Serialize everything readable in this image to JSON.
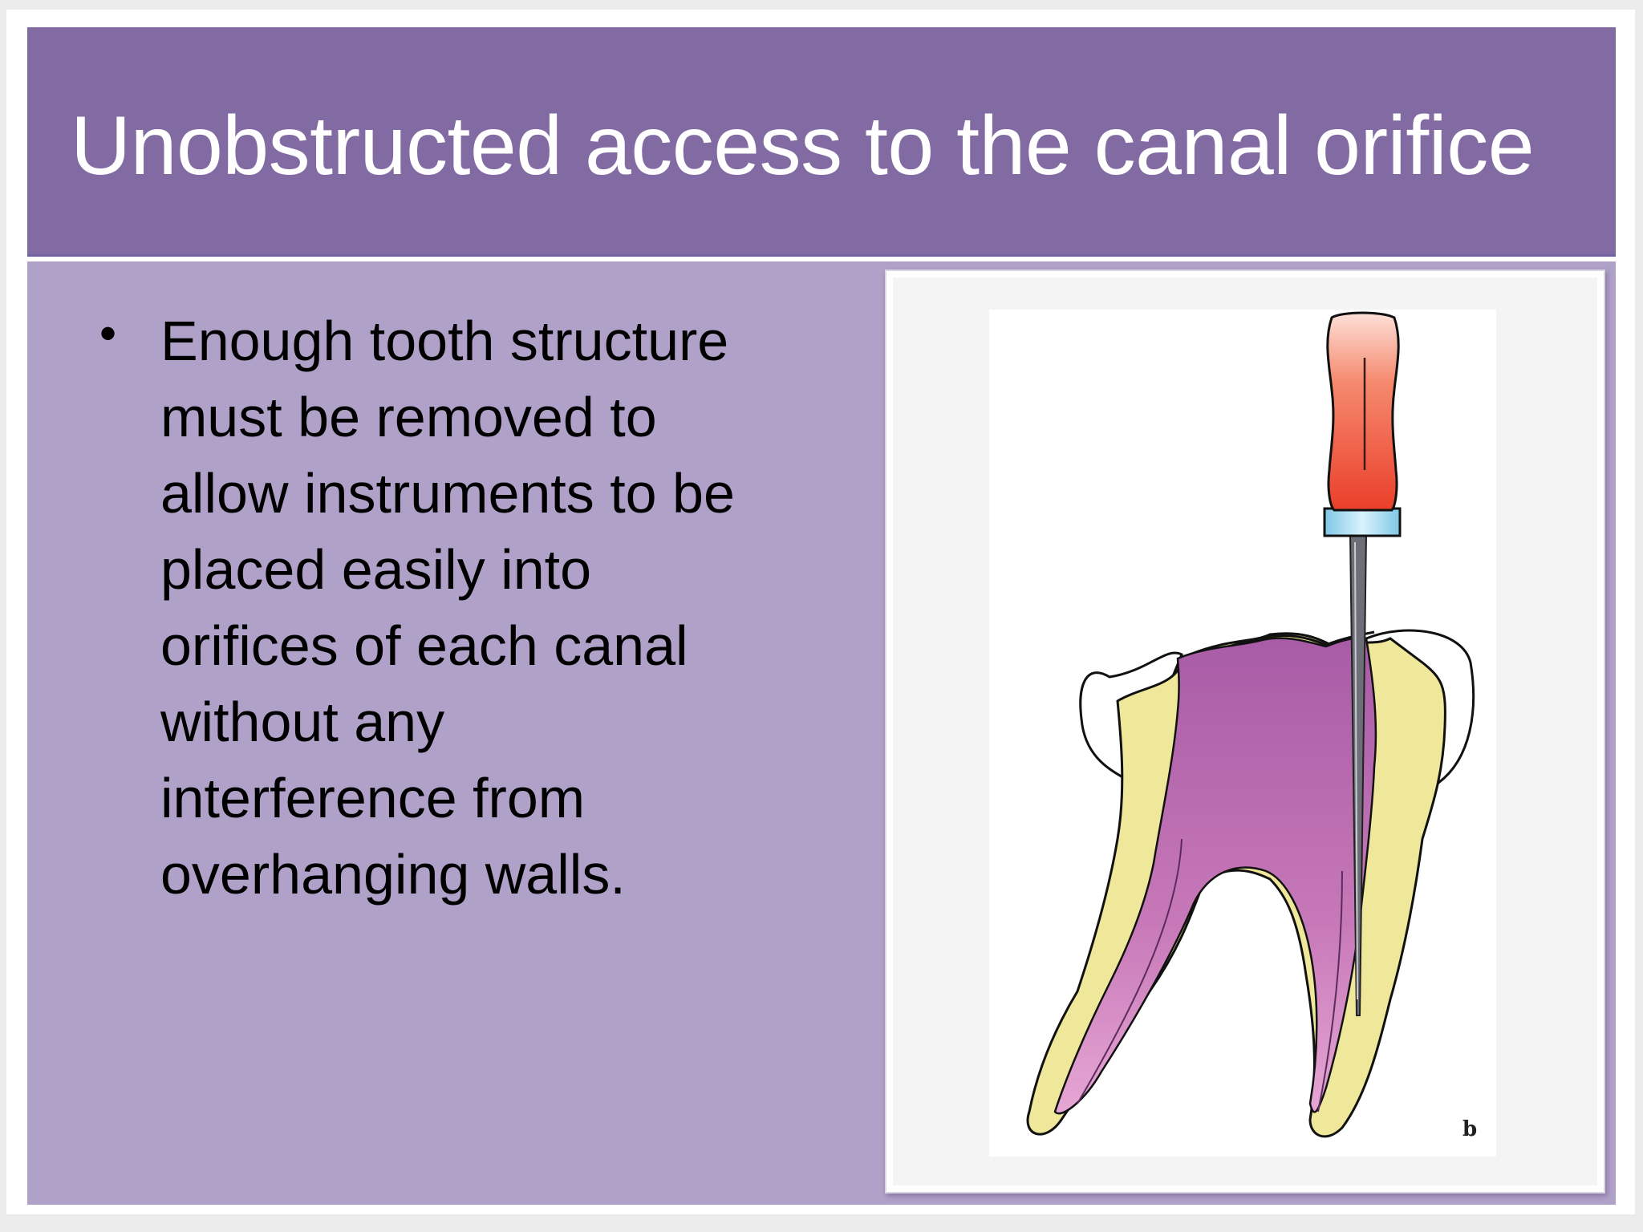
{
  "slide": {
    "title": "Unobstructed access to the canal orifice",
    "bullets": [
      "Enough tooth structure must be removed to allow instruments to be placed easily into orifices of each canal without any interference from overhanging walls."
    ],
    "bullet_lines": [
      "Enough tooth structure",
      "must be removed to",
      "allow instruments to be",
      "placed easily into",
      "orifices of each canal",
      "without any",
      "interference from",
      "overhanging walls."
    ],
    "bullet_symbol": "•"
  },
  "figure": {
    "label": "b"
  },
  "colors": {
    "title_bar": "#826ba3",
    "body_panel": "#b0a1c8",
    "title_text": "#ffffff",
    "body_text": "#000000",
    "pulp": "#a85ca6",
    "dentin": "#efe799",
    "file_handle": "#ee5a40",
    "stopper": "#9fd8ee"
  }
}
